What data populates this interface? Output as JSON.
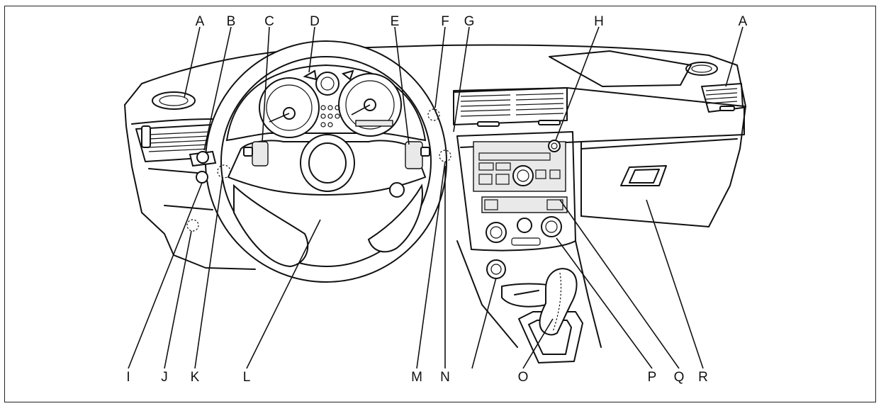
{
  "callouts": [
    {
      "id": "A1",
      "label": "A"
    },
    {
      "id": "B",
      "label": "B"
    },
    {
      "id": "C",
      "label": "C"
    },
    {
      "id": "D",
      "label": "D"
    },
    {
      "id": "E",
      "label": "E"
    },
    {
      "id": "F",
      "label": "F"
    },
    {
      "id": "G",
      "label": "G"
    },
    {
      "id": "H",
      "label": "H"
    },
    {
      "id": "A2",
      "label": "A"
    },
    {
      "id": "I",
      "label": "I"
    },
    {
      "id": "J",
      "label": "J"
    },
    {
      "id": "K",
      "label": "K"
    },
    {
      "id": "L",
      "label": "L"
    },
    {
      "id": "M",
      "label": "M"
    },
    {
      "id": "N",
      "label": "N"
    },
    {
      "id": "O",
      "label": "O"
    },
    {
      "id": "P",
      "label": "P"
    },
    {
      "id": "Q",
      "label": "Q"
    },
    {
      "id": "R",
      "label": "R"
    }
  ],
  "colors": {
    "line": "#111111",
    "background": "#ffffff",
    "panel_fill": "#e9e9e9"
  }
}
